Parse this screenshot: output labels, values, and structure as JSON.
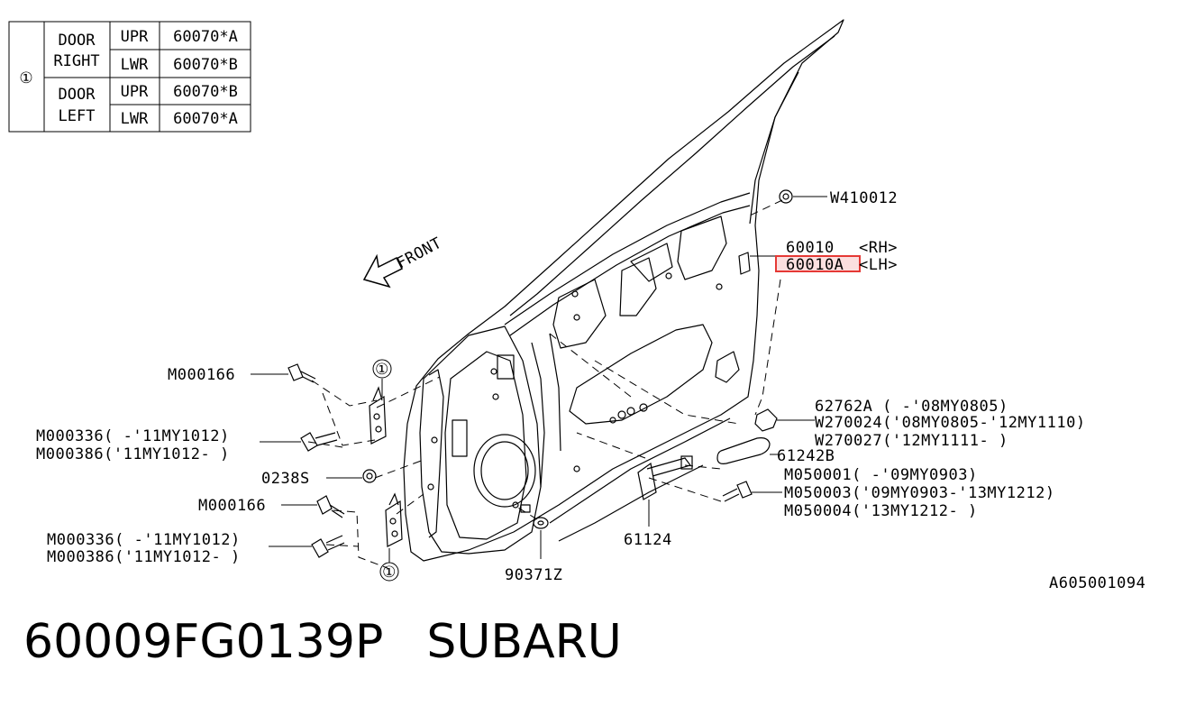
{
  "table": {
    "ref": "①",
    "rows": [
      {
        "door": "DOOR",
        "side": "RIGHT",
        "pos": "UPR",
        "part": "60070*A"
      },
      {
        "door": "",
        "side": "",
        "pos": "LWR",
        "part": "60070*B"
      },
      {
        "door": "DOOR",
        "side": "LEFT",
        "pos": "UPR",
        "part": "60070*B"
      },
      {
        "door": "",
        "side": "",
        "pos": "LWR",
        "part": "60070*A"
      }
    ]
  },
  "labels": {
    "front": "FRONT",
    "w410012": "W410012",
    "p60010": "60010",
    "p60010_side": "<RH>",
    "p60010a": "60010A",
    "p60010a_side": "<LH>",
    "m000166_top": "M000166",
    "m000336_top": "M000336( -'11MY1012)",
    "m000386_top": "M000386('11MY1012- )",
    "s0238": "0238S",
    "m000166_bot": "M000166",
    "m000336_bot": "M000336( -'11MY1012)",
    "m000386_bot": "M000386('11MY1012- )",
    "p90371z": "90371Z",
    "p61124": "61124",
    "p62762a": "62762A ( -'08MY0805)",
    "w270024": "W270024('08MY0805-'12MY1110)",
    "w270027": "W270027('12MY1111- )",
    "p61242b": "61242B",
    "m050001": "M050001( -'09MY0903)",
    "m050003": "M050003('09MY0903-'13MY1212)",
    "m050004": "M050004('13MY1212- )",
    "ref_top": "①",
    "ref_bot": "①",
    "drawing_id": "A605001094"
  },
  "footer": {
    "part_number": "60009FG0139P",
    "brand": "SUBARU"
  },
  "colors": {
    "line": "#000000",
    "highlight": "#e53935",
    "highlight_fill": "#f9c9c9"
  }
}
